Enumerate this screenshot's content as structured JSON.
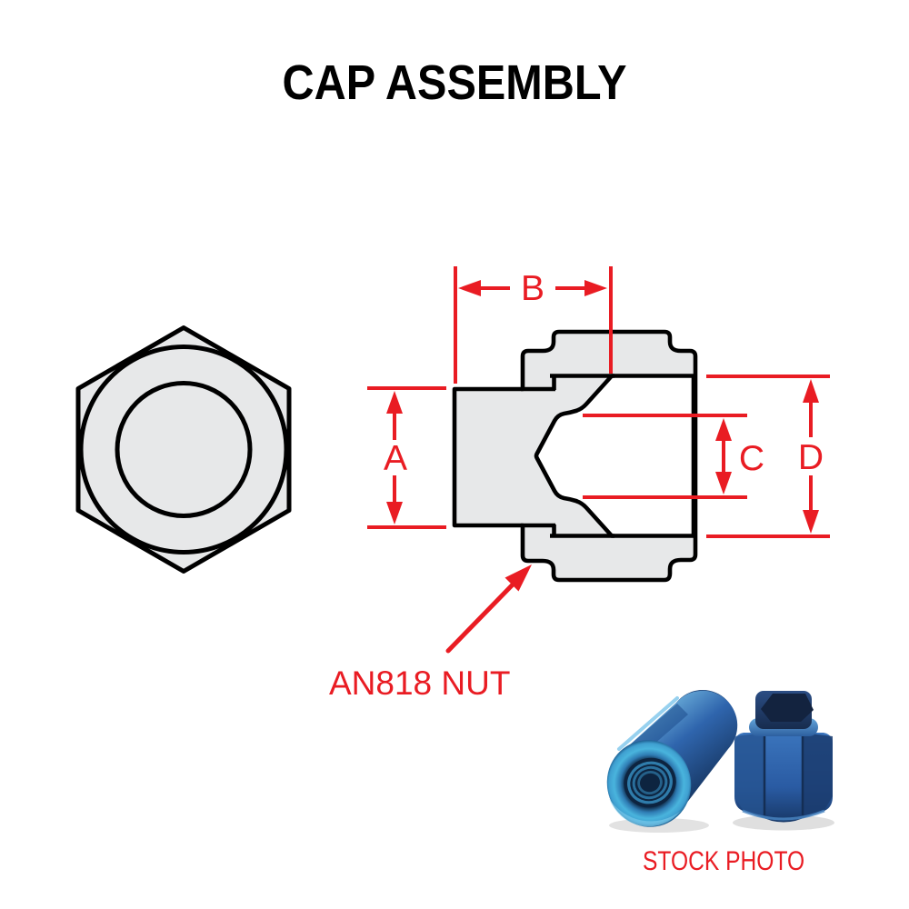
{
  "title": "CAP ASSEMBLY",
  "diagram": {
    "part_label": "AN818 NUT",
    "dimension_labels": {
      "a": "A",
      "b": "B",
      "c": "C",
      "d": "D"
    }
  },
  "photo": {
    "caption": "STOCK PHOTO"
  },
  "colors": {
    "dimension_red": "#e91c23",
    "outline_black": "#000000",
    "part_gray": "#e7e8e9",
    "page_background": "#ffffff"
  }
}
